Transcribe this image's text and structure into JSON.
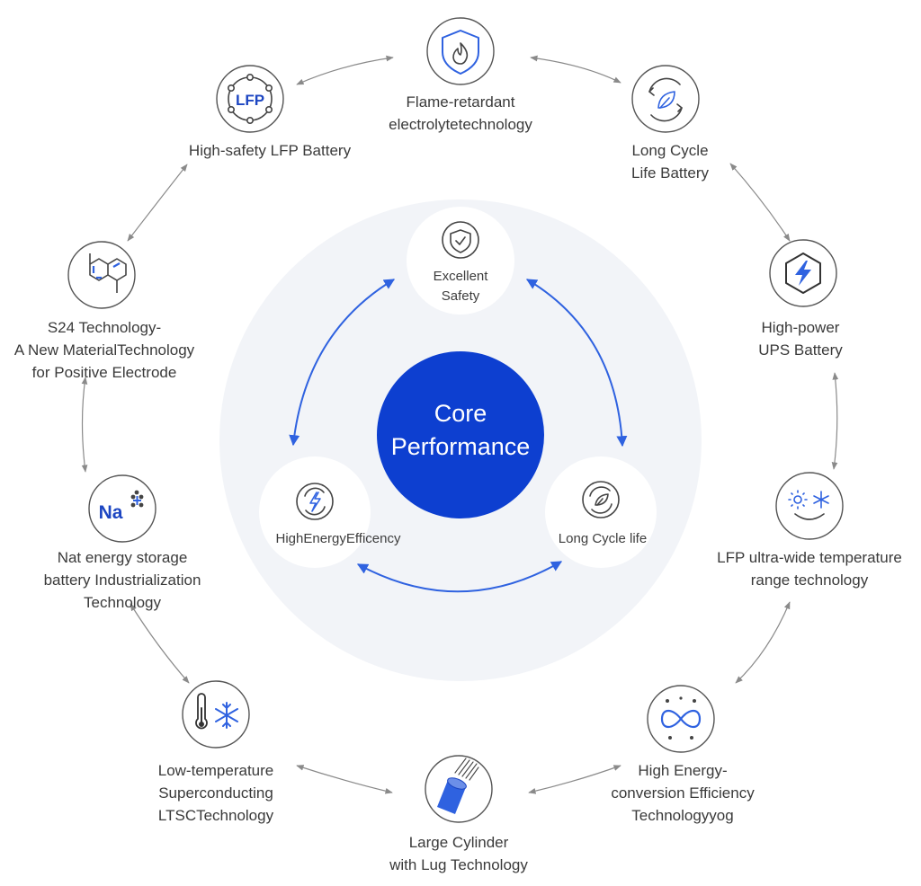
{
  "colors": {
    "accent": "#0d3fd0",
    "arrow_blue": "#2f62e0",
    "gray_arrow": "#8a8a8a",
    "halo": "#f2f4f8",
    "icon_stroke": "#444444"
  },
  "core": {
    "line1": "Core",
    "line2": "Performance"
  },
  "inner_nodes": [
    {
      "id": "safety",
      "icon": "shield-check-icon",
      "lines": [
        "Excellent",
        "Safety"
      ]
    },
    {
      "id": "efficiency",
      "icon": "lightning-cycle-icon",
      "lines": [
        "HighEnergyEfficency"
      ]
    },
    {
      "id": "cycle",
      "icon": "leaf-cycle-icon",
      "lines": [
        "Long Cycle life"
      ]
    }
  ],
  "outer_nodes": [
    {
      "id": "flame",
      "icon": "flame-shield-icon",
      "lines": [
        "Flame-retardant",
        "electrolytetechnology"
      ]
    },
    {
      "id": "long-cycle",
      "icon": "leaf-cycle-icon",
      "lines": [
        "Long Cycle",
        "Life Battery"
      ]
    },
    {
      "id": "ups",
      "icon": "hexagon-bolt-icon",
      "lines": [
        "High-power",
        "UPS Battery"
      ]
    },
    {
      "id": "ultra-wide",
      "icon": "sun-snow-smile-icon",
      "lines": [
        "LFP ultra-wide temperature",
        "range technology"
      ]
    },
    {
      "id": "energy-conversion",
      "icon": "infinity-icon",
      "lines": [
        "High Energy-",
        "conversion Efficiency",
        "Technologyyog"
      ]
    },
    {
      "id": "cylinder",
      "icon": "cylinder-lug-icon",
      "lines": [
        "Large Cylinder",
        "with Lug Technology"
      ]
    },
    {
      "id": "ltsc",
      "icon": "thermometer-snowflake-icon",
      "lines": [
        "Low-temperature",
        "Superconducting",
        "LTSCTechnology"
      ]
    },
    {
      "id": "sodium",
      "icon": "sodium-icon",
      "icon_text": "Na",
      "lines": [
        "Nat energy storage",
        "battery Industrialization",
        "Technology"
      ]
    },
    {
      "id": "s24",
      "icon": "molecule-icon",
      "lines": [
        "S24 Technology-",
        "A New MaterialTechnology",
        "for Positive Electrode"
      ]
    },
    {
      "id": "lfp",
      "icon": "lfp-ring-icon",
      "icon_text": "LFP",
      "lines": [
        "High-safety LFP Battery"
      ]
    }
  ]
}
